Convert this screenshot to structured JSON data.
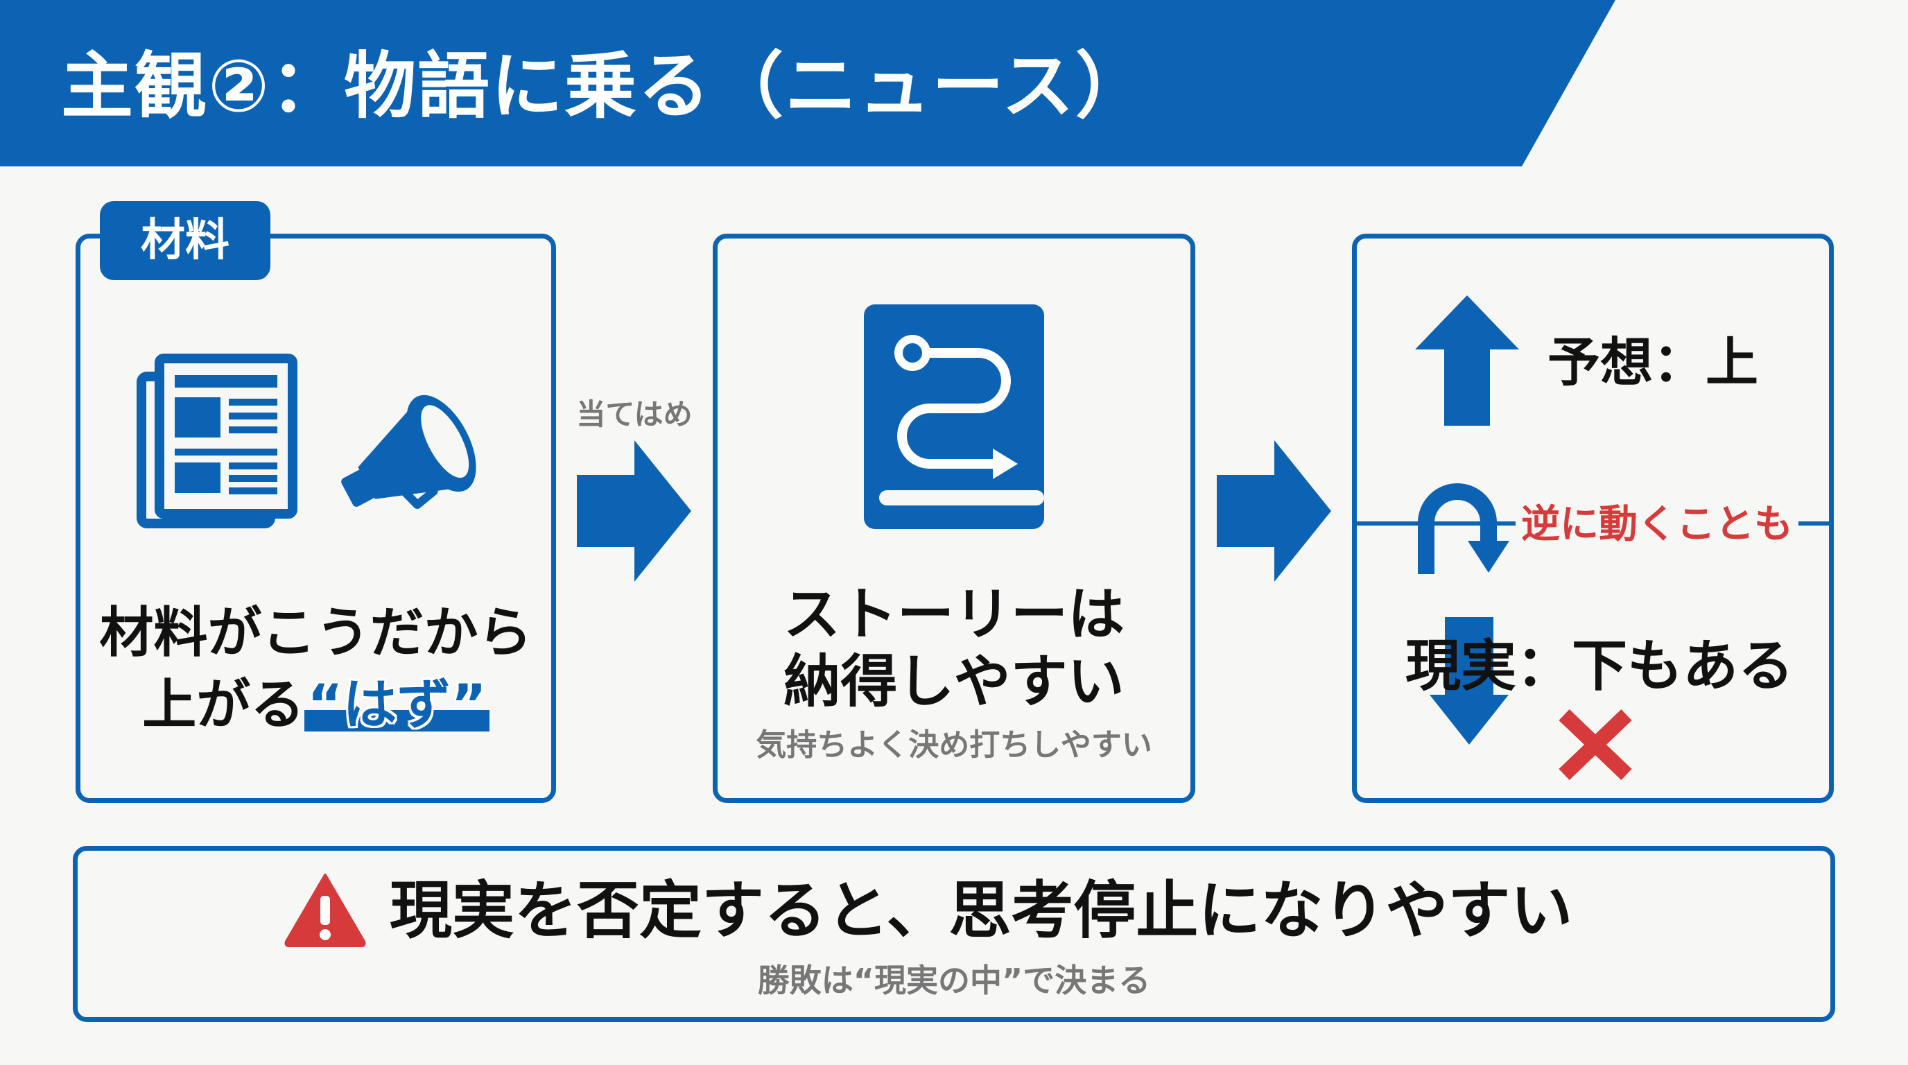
{
  "header": {
    "title": "主観②：物語に乗る（ニュース）"
  },
  "panel_material": {
    "tab_label": "材料",
    "line1": "材料がこうだから",
    "line2_prefix": "上がる",
    "line2_emphasis": "“はず”"
  },
  "arrow1": {
    "label": "当てはめ"
  },
  "panel_story": {
    "line1": "ストーリーは",
    "line2": "納得しやすい",
    "sub": "気持ちよく決め打ちしやすい"
  },
  "panel_reality": {
    "expectation": "予想：上",
    "reverse": "逆に動くことも",
    "reality": "現実：下もある"
  },
  "warning": {
    "main": "現実を否定すると、思考停止になりやすい",
    "sub": "勝敗は“現実の中”で決まる"
  },
  "icons": {
    "material": [
      "newspaper-icon",
      "megaphone-icon"
    ],
    "story": "book-story-icon",
    "flow": "arrow-right-icon",
    "expectation": "arrow-up-icon",
    "reverse": "u-turn-icon",
    "reality": "arrow-down-icon",
    "wrong": "x-mark-icon",
    "warning": "warning-icon"
  },
  "colors": {
    "accent": "#0d63b3",
    "alert": "#d63a3a",
    "muted": "#777777",
    "background": "#f7f7f5"
  }
}
